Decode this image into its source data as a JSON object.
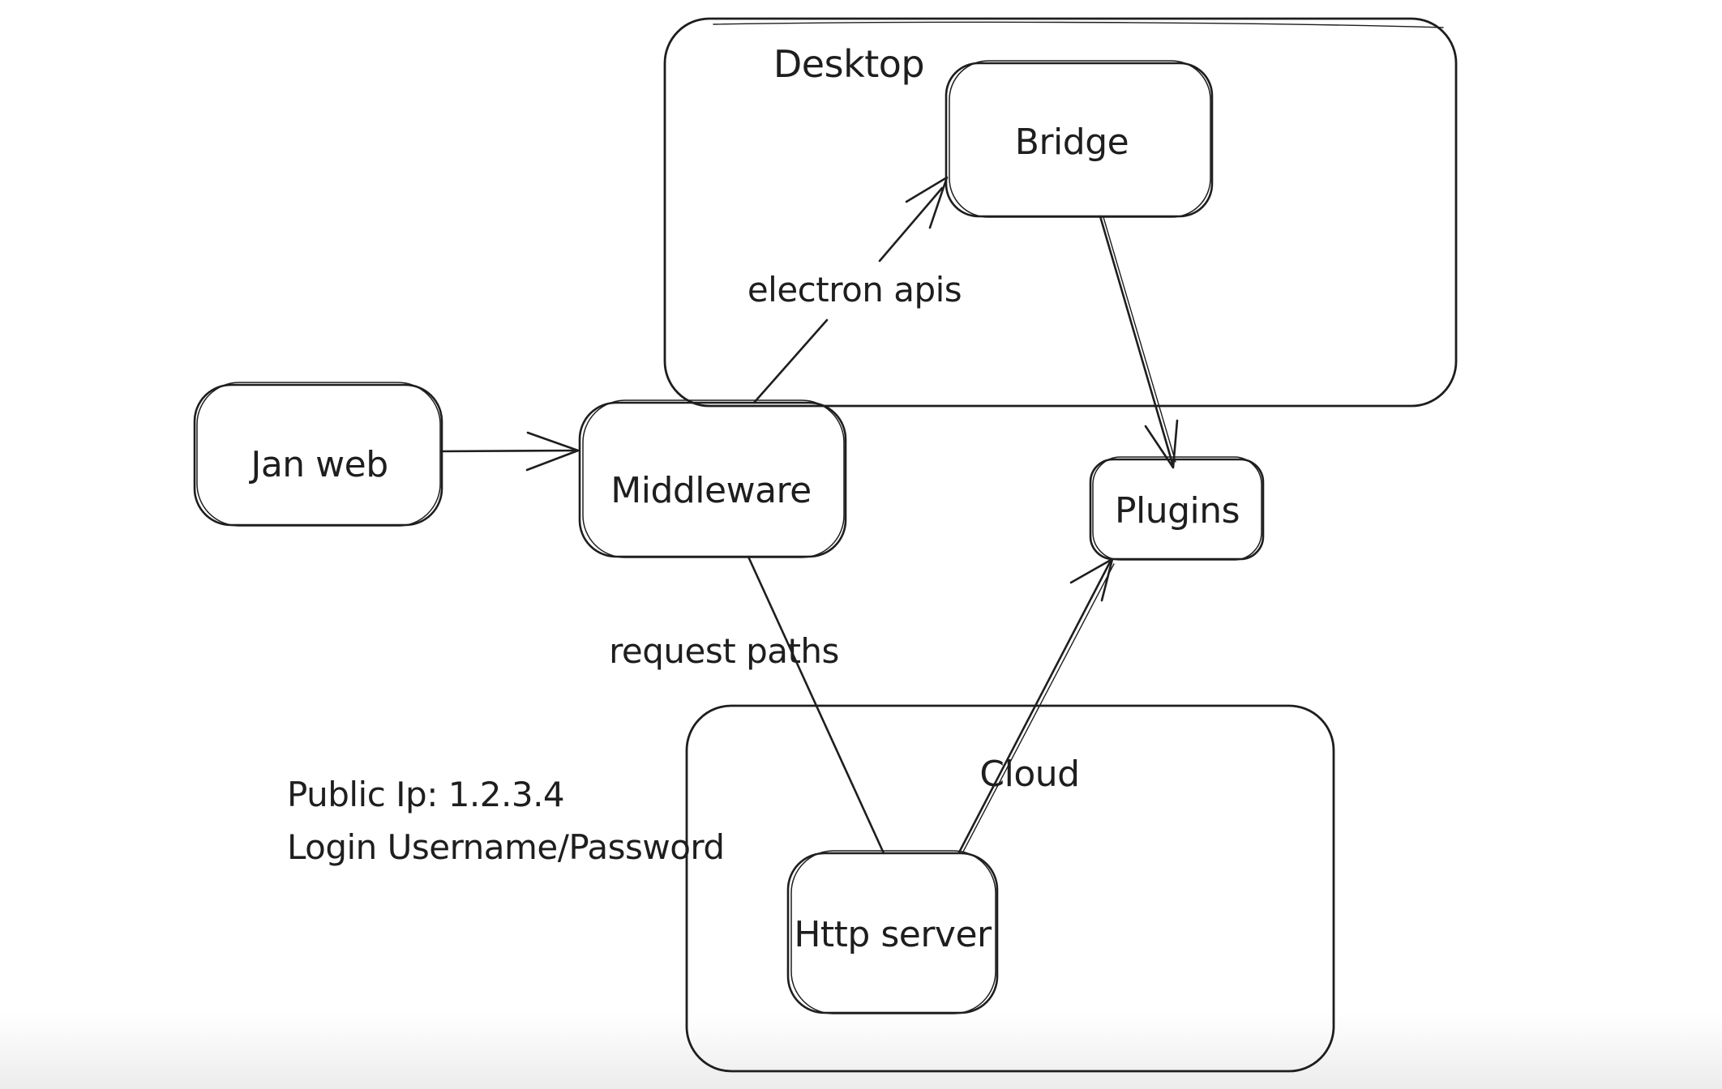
{
  "diagram": {
    "stroke_color": "#1e1e1e",
    "background": "#ffffff",
    "bottom_fade": "#ececec",
    "containers": [
      {
        "id": "desktop",
        "label": "Desktop"
      },
      {
        "id": "cloud",
        "label": "Cloud"
      }
    ],
    "nodes": [
      {
        "id": "jan-web",
        "label": "Jan web"
      },
      {
        "id": "middleware",
        "label": "Middleware"
      },
      {
        "id": "bridge",
        "label": "Bridge",
        "container": "desktop"
      },
      {
        "id": "plugins",
        "label": "Plugins"
      },
      {
        "id": "http-server",
        "label": "Http server",
        "container": "cloud"
      }
    ],
    "edges": [
      {
        "id": "jan-web-to-middleware",
        "from": "jan-web",
        "to": "middleware",
        "label": ""
      },
      {
        "id": "middleware-to-bridge",
        "from": "middleware",
        "to": "bridge",
        "label": "electron apis"
      },
      {
        "id": "bridge-to-plugins",
        "from": "bridge",
        "to": "plugins",
        "label": ""
      },
      {
        "id": "middleware-to-http-server",
        "from": "middleware",
        "to": "http-server",
        "label": "request paths"
      },
      {
        "id": "http-server-to-plugins",
        "from": "http-server",
        "to": "plugins",
        "label": ""
      }
    ],
    "annotations": [
      {
        "text": "Public Ip: 1.2.3.4"
      },
      {
        "text": "Login Username/Password"
      }
    ]
  }
}
